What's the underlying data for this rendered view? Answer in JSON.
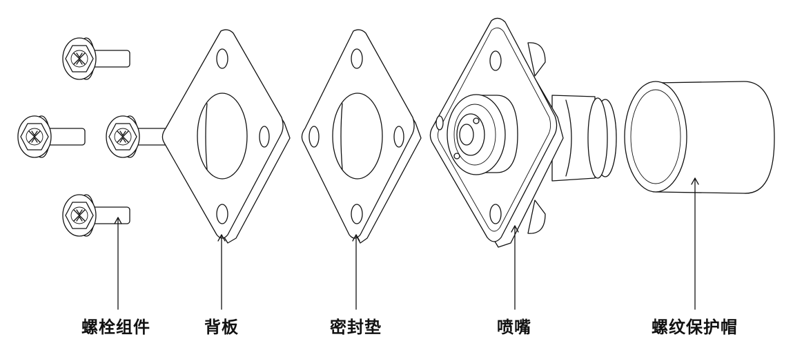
{
  "labels": {
    "bolt_assembly": "螺栓组件",
    "back_plate": "背板",
    "gasket": "密封垫",
    "nozzle": "喷嘴",
    "thread_cap": "螺纹保护帽"
  },
  "colors": {
    "line": "#111111",
    "background": "#ffffff"
  }
}
